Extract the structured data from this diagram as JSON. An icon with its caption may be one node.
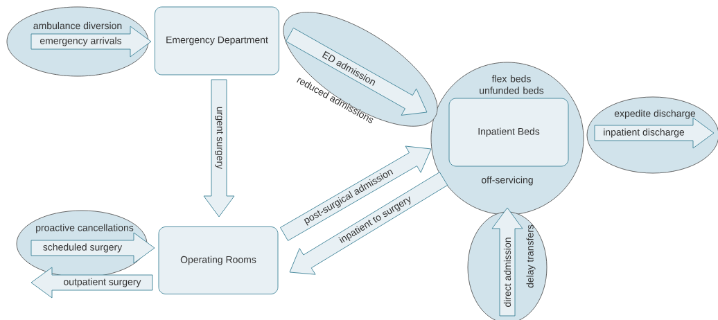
{
  "diagram": {
    "nodes": [
      {
        "text": [
          "Emergency Department"
        ]
      },
      {
        "text": [
          "Operating Rooms"
        ]
      },
      {
        "text": [
          "flex beds unfunded beds",
          "off-servicing"
        ]
      },
      {
        "text": [
          "Inpatient Beds"
        ],
        "in": 2
      },
      {
        "text": [
          "ambulance diversion"
        ]
      },
      {
        "text": [
          "reduced admissions"
        ]
      },
      {
        "text": [
          "expedite discharge"
        ]
      },
      {
        "text": [
          "proactive cancellations"
        ]
      },
      {
        "text": [
          "delay transfers"
        ]
      }
    ],
    "edges": [
      {
        "from": 4,
        "to": 0,
        "arrow": "to",
        "label": "emergency arrivals"
      },
      {
        "from": 0,
        "to": 2,
        "arrow": "to",
        "label": "ED admission"
      },
      {
        "from": 0,
        "to": 1,
        "arrow": "to",
        "label": "urgent surgery"
      },
      {
        "from": 1,
        "to": 2,
        "arrow": "to",
        "label": "post-surgical admission"
      },
      {
        "from": 2,
        "to": 1,
        "arrow": "to",
        "label": "inpatient to surgery"
      },
      {
        "from": 7,
        "to": 1,
        "arrow": "to",
        "label": "scheduled surgery"
      },
      {
        "from": 1,
        "to": null,
        "arrow": "to",
        "label": "outpatient surgery"
      },
      {
        "from": 2,
        "to": null,
        "arrow": "to",
        "label": "inpatient discharge"
      },
      {
        "from": 8,
        "to": 2,
        "arrow": "to",
        "label": "direct admission"
      }
    ]
  }
}
